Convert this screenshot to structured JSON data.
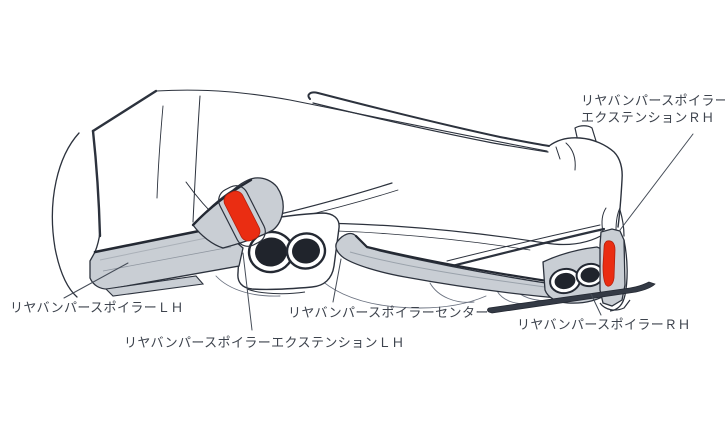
{
  "colors": {
    "background": "#ffffff",
    "line": "#2c323d",
    "part_highlight_gray": "#c9ced4",
    "part_shade_gray": "#aab0b8",
    "reflector_red": "#ea2d12",
    "exhaust_black": "#20242c",
    "strake_dark": "#343a45",
    "label_text": "#3d434d"
  },
  "diagram": {
    "type": "vehicle-parts-illustration",
    "subject": "rear bumper spoiler set (car rear three-quarter view)",
    "labels": {
      "ext_rh": {
        "line1": "リヤバンパースポイラー",
        "line2": "エクステンションＲＨ"
      },
      "lh": {
        "text": "リヤバンパースポイラーＬＨ"
      },
      "ext_lh": {
        "text": "リヤバンパースポイラーエクステンションＬＨ"
      },
      "center": {
        "text": "リヤバンパースポイラーセンター"
      },
      "rh": {
        "text": "リヤバンパースポイラーＲＨ"
      }
    },
    "highlighted_parts": [
      {
        "name": "rear-bumper-spoiler-lh",
        "highlight": "#c9ced4"
      },
      {
        "name": "rear-bumper-spoiler-extension-lh",
        "highlight": "#c9ced4",
        "reflector": "#ea2d12"
      },
      {
        "name": "rear-bumper-spoiler-center",
        "highlight": "#c9ced4"
      },
      {
        "name": "rear-bumper-spoiler-rh",
        "highlight": "#c9ced4"
      },
      {
        "name": "rear-bumper-spoiler-extension-rh",
        "highlight": "#c9ced4",
        "reflector": "#ea2d12"
      }
    ]
  }
}
